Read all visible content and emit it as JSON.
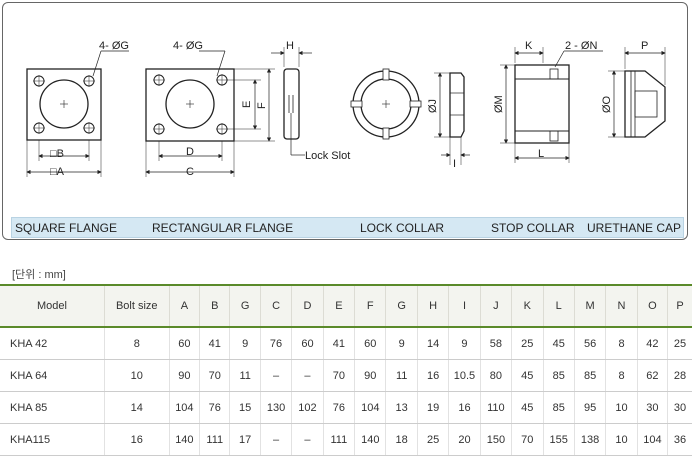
{
  "drawing": {
    "square_flange": {
      "hole_label": "4- ØG",
      "dim_b": "□B",
      "dim_a": "□A"
    },
    "rect_flange": {
      "hole_label": "4- ØG",
      "dim_d": "D",
      "dim_c": "C",
      "dim_e": "E",
      "dim_f": "F"
    },
    "lock_collar": {
      "dim_h": "H",
      "lock_slot": "Lock Slot",
      "dim_j": "ØJ",
      "dim_i": "I"
    },
    "stop_collar": {
      "dim_k": "K",
      "holes": "2 - ØN",
      "dim_m": "ØM",
      "dim_l": "L"
    },
    "urethane_cap": {
      "dim_p": "P",
      "dim_o": "ØO"
    }
  },
  "captions": [
    "SQUARE FLANGE",
    "RECTANGULAR FLANGE",
    "LOCK COLLAR",
    "STOP COLLAR",
    "URETHANE CAP"
  ],
  "unit_note": "[단위 : mm]",
  "table": {
    "headers": [
      "Model",
      "Bolt size",
      "A",
      "B",
      "G",
      "C",
      "D",
      "E",
      "F",
      "G",
      "H",
      "I",
      "J",
      "K",
      "L",
      "M",
      "N",
      "O",
      "P"
    ],
    "rows": [
      [
        "KHA 42",
        "8",
        "60",
        "41",
        "9",
        "76",
        "60",
        "41",
        "60",
        "9",
        "14",
        "9",
        "58",
        "25",
        "45",
        "56",
        "8",
        "42",
        "25"
      ],
      [
        "KHA 64",
        "10",
        "90",
        "70",
        "11",
        "–",
        "–",
        "70",
        "90",
        "11",
        "16",
        "10.5",
        "80",
        "45",
        "85",
        "85",
        "8",
        "62",
        "28"
      ],
      [
        "KHA 85",
        "14",
        "104",
        "76",
        "15",
        "130",
        "102",
        "76",
        "104",
        "13",
        "19",
        "16",
        "110",
        "45",
        "85",
        "95",
        "10",
        "30",
        "30"
      ],
      [
        "KHA115",
        "16",
        "140",
        "111",
        "17",
        "–",
        "–",
        "111",
        "140",
        "18",
        "25",
        "20",
        "150",
        "70",
        "155",
        "138",
        "10",
        "104",
        "36"
      ]
    ]
  }
}
